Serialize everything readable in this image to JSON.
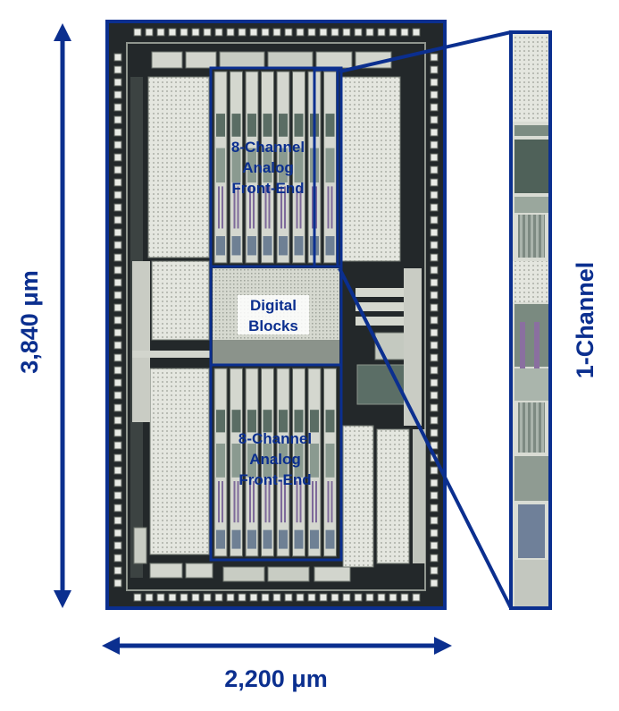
{
  "dimensions": {
    "height_label": "3,840 μm",
    "width_label": "2,200 μm"
  },
  "blocks": {
    "top_afe": [
      "8-Channel",
      "Analog",
      "Front-End"
    ],
    "digital": [
      "Digital",
      "Blocks"
    ],
    "bottom_afe": [
      "8-Channel",
      "Analog",
      "Front-End"
    ]
  },
  "zoom": {
    "label": "1-Channel"
  },
  "colors": {
    "accent_blue": "#0b2f8f",
    "die_dark": "#23282a",
    "die_light": "#d9dcd4"
  }
}
